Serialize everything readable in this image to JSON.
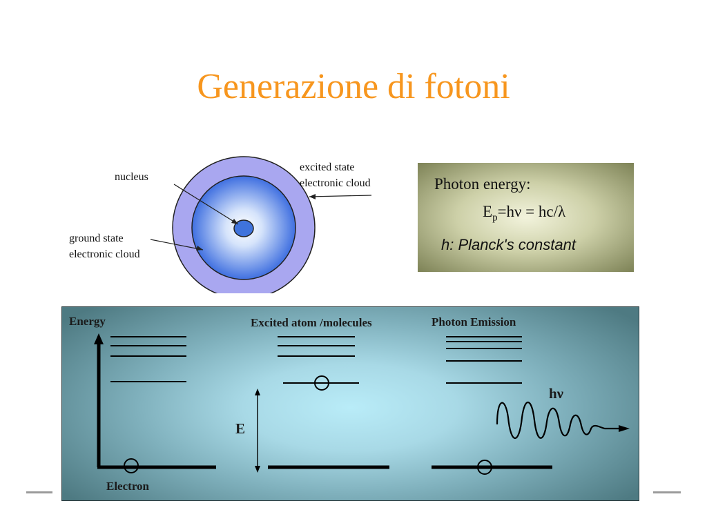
{
  "slide": {
    "title": "Generazione di fotoni"
  },
  "atom": {
    "nucleus_label": "nucleus",
    "excited_label_line1": "excited state",
    "excited_label_line2": "electronic cloud",
    "ground_label_line1": "ground  state",
    "ground_label_line2": "electronic cloud",
    "colors": {
      "outer_shell": "#a9a7f0",
      "inner_cloud": "#4b7de3",
      "nucleus": "#3f73dc"
    }
  },
  "formula": {
    "title": "Photon energy:",
    "eq_lhs": "E",
    "eq_sub": "p",
    "eq_rhs": "=hν = hc/λ",
    "note": "h: Planck's constant"
  },
  "energy_levels": {
    "energy_label": "Energy",
    "electron_label": "Electron",
    "excited_label": "Excited atom /molecules",
    "emission_label": "Photon Emission",
    "e_label": "E",
    "hv_label": "hν"
  }
}
